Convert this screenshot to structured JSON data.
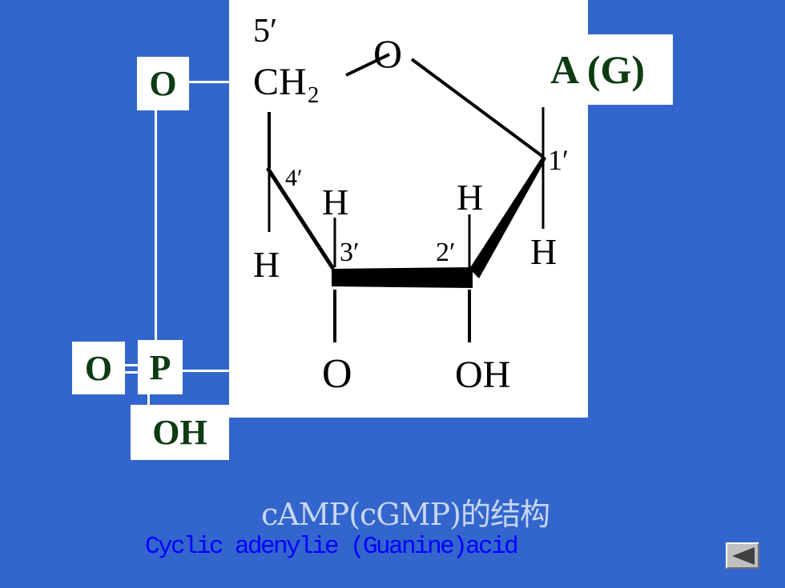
{
  "diagram": {
    "base_label": "A (G)",
    "phosphate": {
      "top_oxygen": "O",
      "side_oxygen": "O",
      "phosphorus": "P",
      "hydroxyl": "OH"
    },
    "ring": {
      "ring_oxygen": "O",
      "carbon_5_label": "5′",
      "ch2": "CH₂",
      "c4_label": "4′",
      "c3_label": "3′",
      "c2_label": "2′",
      "c1_label": "1′",
      "h_c4": "H",
      "h_c3": "H",
      "h_c2": "H",
      "h_c1": "H",
      "o_c3": "O",
      "oh_c2": "OH"
    }
  },
  "caption": {
    "chinese": "cAMP(cGMP)的结构",
    "english": "Cyclic adenylie (Guanine)acid"
  },
  "controls": {
    "back_icon": "triangle-left-icon"
  }
}
